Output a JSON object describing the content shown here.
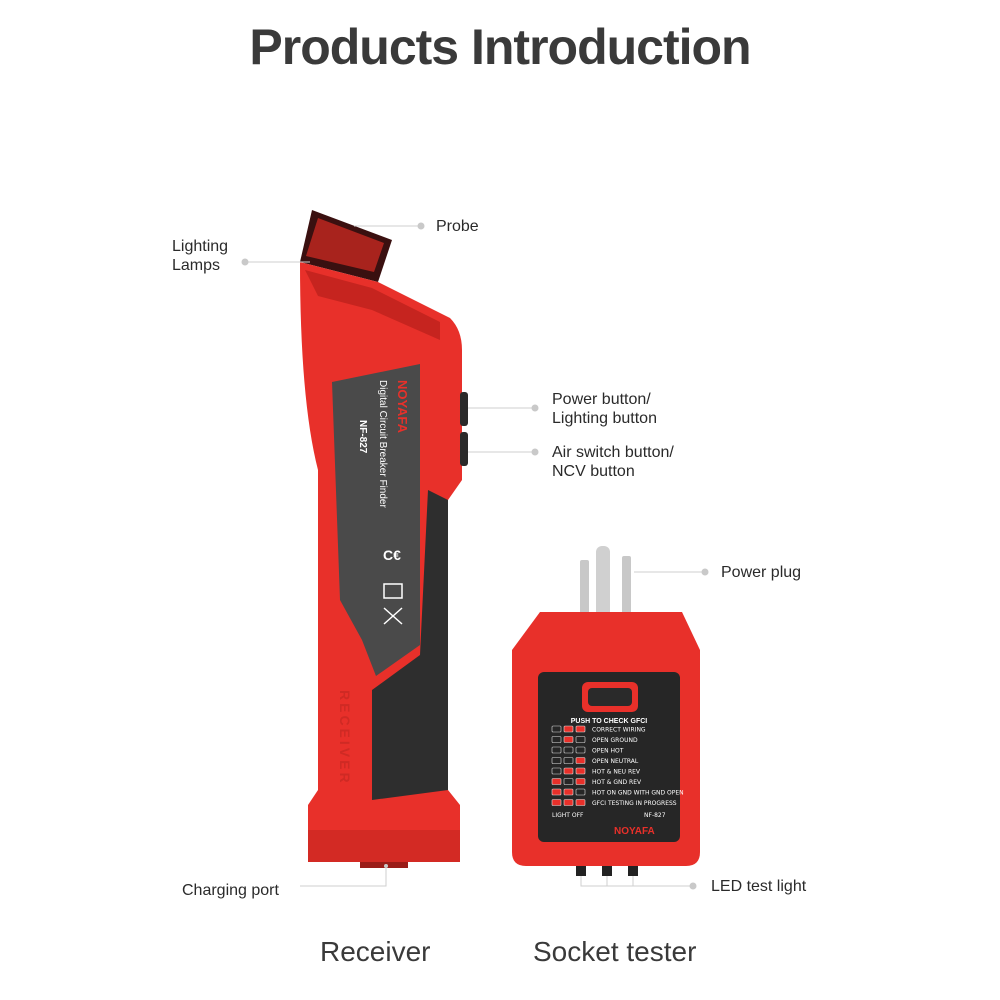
{
  "header": {
    "title": "Products Introduction"
  },
  "callouts": {
    "probe": "Probe",
    "lighting_lamps_line1": "Lighting",
    "lighting_lamps_line2": "Lamps",
    "power_button_line1": "Power button/",
    "power_button_line2": "Lighting button",
    "air_switch_line1": "Air switch button/",
    "air_switch_line2": "NCV button",
    "power_plug": "Power plug",
    "charging_port": "Charging port",
    "led_test_light": "LED test light"
  },
  "captions": {
    "receiver": "Receiver",
    "socket_tester": "Socket tester"
  },
  "receiver_device": {
    "brand": "NOYAFA",
    "product_name": "Digital Circuit Breaker Finder",
    "model": "NF-827",
    "side_text": "RECEIVER"
  },
  "socket_tester_device": {
    "button_text": "PUSH TO CHECK GFCI",
    "rows": [
      "CORRECT WIRING",
      "OPEN GROUND",
      "OPEN HOT",
      "OPEN NEUTRAL",
      "HOT & NEU REV",
      "HOT & GND REV",
      "HOT ON GND WITH GND OPEN",
      "GFCI TESTING IN PROGRESS"
    ],
    "light_off": "LIGHT OFF",
    "model": "NF-827",
    "brand": "NOYAFA"
  },
  "colors": {
    "device_red": "#e8302a",
    "device_dark": "#2e2e2e",
    "text_dark": "#3a3a3a"
  }
}
